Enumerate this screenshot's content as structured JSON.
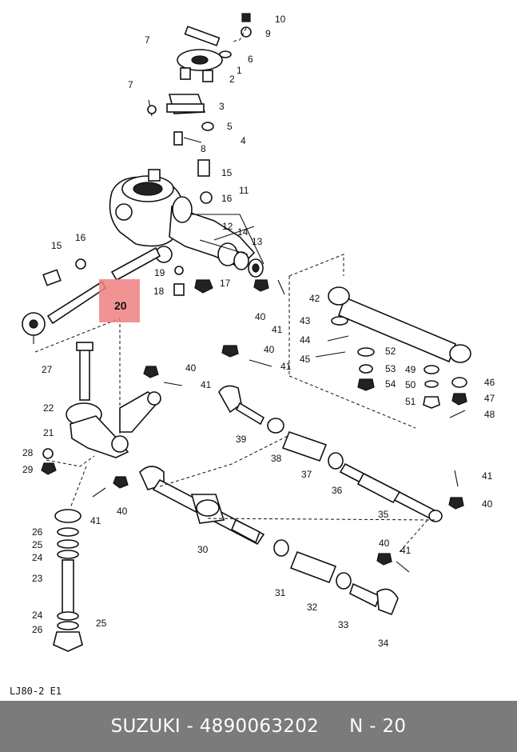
{
  "diagram": {
    "callouts": [
      "10",
      "9",
      "7",
      "6",
      "1",
      "7",
      "2",
      "3",
      "5",
      "4",
      "8",
      "15",
      "11",
      "16",
      "12",
      "14",
      "13",
      "15",
      "16",
      "19",
      "17",
      "18",
      "40",
      "41",
      "42",
      "43",
      "44",
      "45",
      "52",
      "53",
      "54",
      "49",
      "50",
      "51",
      "46",
      "47",
      "48",
      "27",
      "40",
      "41",
      "40",
      "41",
      "22",
      "21",
      "28",
      "29",
      "39",
      "38",
      "37",
      "36",
      "35",
      "41",
      "40",
      "40",
      "41",
      "26",
      "25",
      "24",
      "23",
      "24",
      "25",
      "26",
      "30",
      "40",
      "41",
      "31",
      "32",
      "33",
      "34"
    ],
    "highlight_label": "20",
    "highlight_color": "#f08080",
    "drawing_code": "LJ80-2  E1"
  },
  "footer": {
    "text": "SUZUKI - 4890063202     N - 20",
    "background": "#7b7b7b"
  }
}
